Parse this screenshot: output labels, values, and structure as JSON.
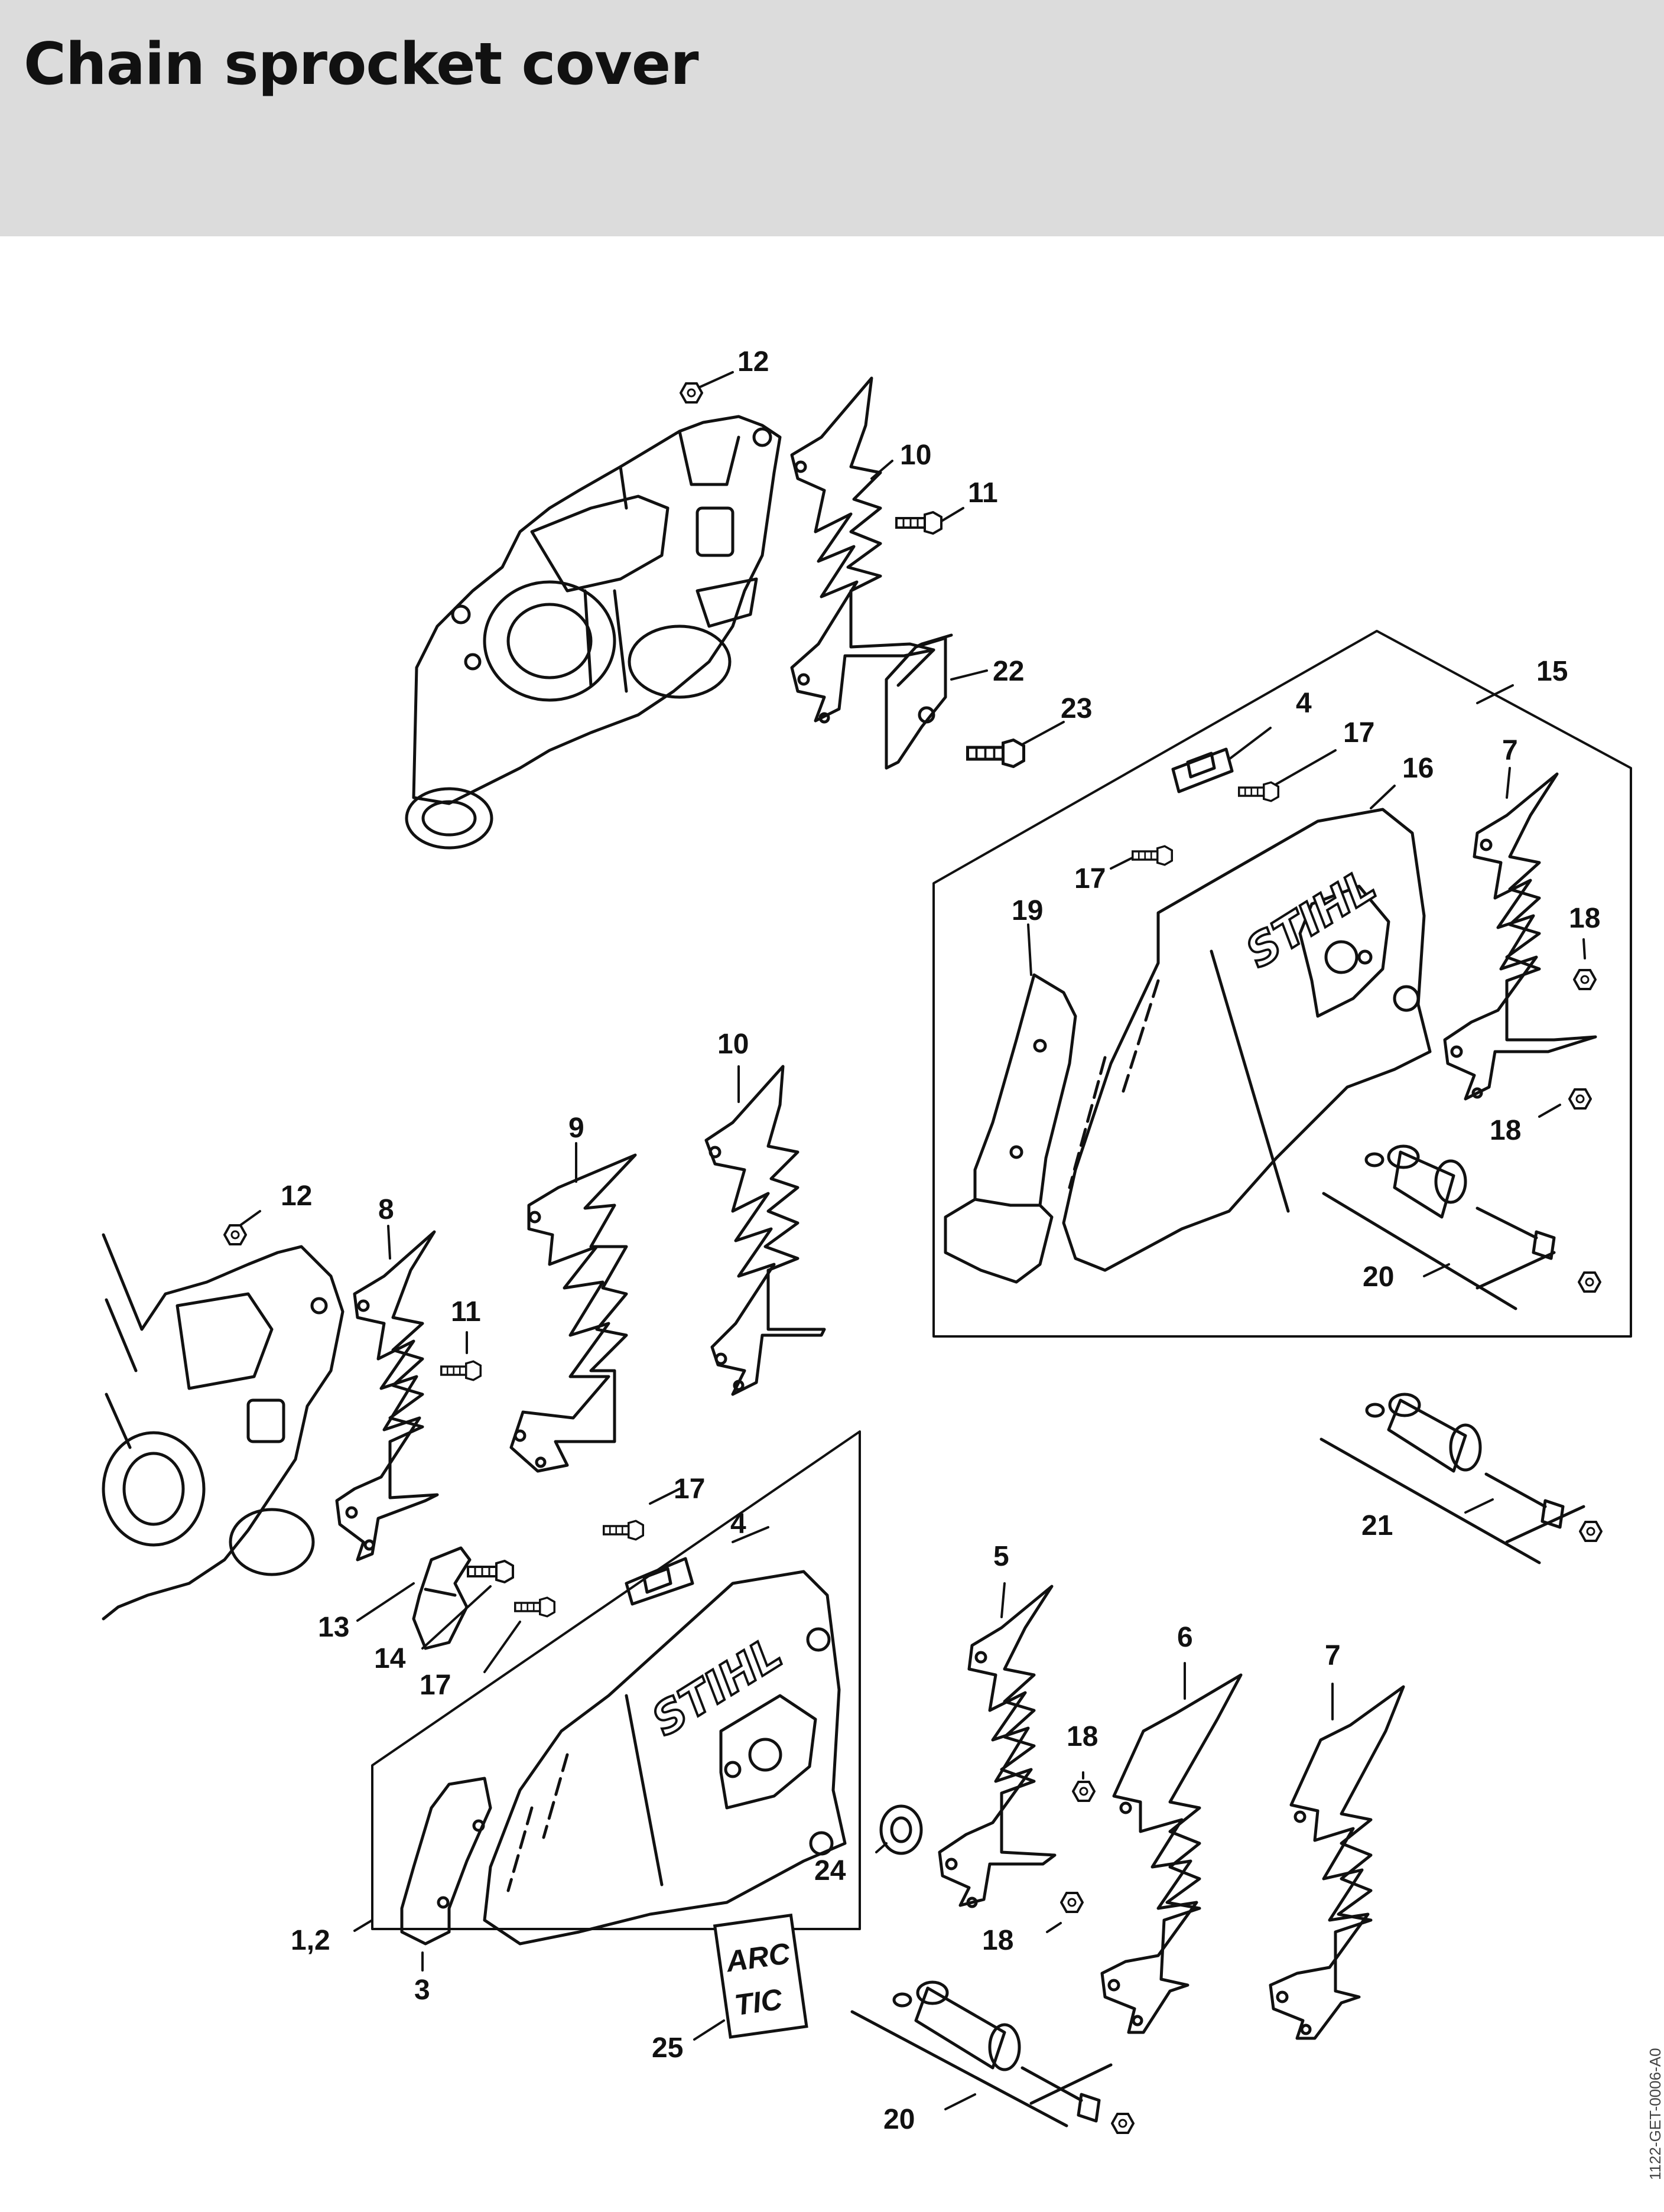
{
  "page": {
    "title": "Chain sprocket cover"
  },
  "brand": {
    "logo_text": "STIHL"
  },
  "sticker": {
    "line1": "ARC",
    "line2": "TIC"
  },
  "document_code": "1122-GET-0006-A0",
  "callouts": [
    {
      "id": "c12a",
      "text": "12"
    },
    {
      "id": "c10a",
      "text": "10"
    },
    {
      "id": "c11a",
      "text": "11"
    },
    {
      "id": "c22",
      "text": "22"
    },
    {
      "id": "c23",
      "text": "23"
    },
    {
      "id": "c15",
      "text": "15"
    },
    {
      "id": "c4a",
      "text": "4"
    },
    {
      "id": "c17a",
      "text": "17"
    },
    {
      "id": "c16",
      "text": "16"
    },
    {
      "id": "c7a",
      "text": "7"
    },
    {
      "id": "c17b",
      "text": "17"
    },
    {
      "id": "c19",
      "text": "19"
    },
    {
      "id": "c18a",
      "text": "18"
    },
    {
      "id": "c18b",
      "text": "18"
    },
    {
      "id": "c20a",
      "text": "20"
    },
    {
      "id": "c10b",
      "text": "10"
    },
    {
      "id": "c9",
      "text": "9"
    },
    {
      "id": "c12b",
      "text": "12"
    },
    {
      "id": "c8",
      "text": "8"
    },
    {
      "id": "c11b",
      "text": "11"
    },
    {
      "id": "c17c",
      "text": "17"
    },
    {
      "id": "c4b",
      "text": "4"
    },
    {
      "id": "c13",
      "text": "13"
    },
    {
      "id": "c14",
      "text": "14"
    },
    {
      "id": "c17d",
      "text": "17"
    },
    {
      "id": "c21",
      "text": "21"
    },
    {
      "id": "c5",
      "text": "5"
    },
    {
      "id": "c6",
      "text": "6"
    },
    {
      "id": "c7b",
      "text": "7"
    },
    {
      "id": "c18c",
      "text": "18"
    },
    {
      "id": "c24",
      "text": "24"
    },
    {
      "id": "c18d",
      "text": "18"
    },
    {
      "id": "c12",
      "text": "1,2"
    },
    {
      "id": "c3",
      "text": "3"
    },
    {
      "id": "c25",
      "text": "25"
    },
    {
      "id": "c20b",
      "text": "20"
    }
  ]
}
